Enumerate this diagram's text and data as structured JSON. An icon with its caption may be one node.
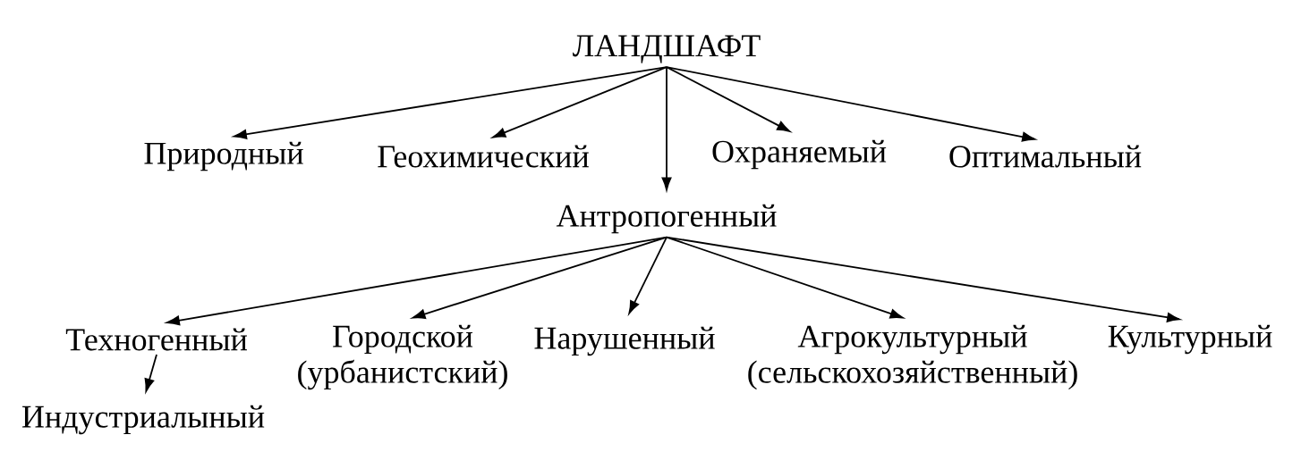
{
  "diagram": {
    "nodes": [
      {
        "text": [
          "ЛАНДШАФТ"
        ]
      },
      {
        "text": [
          "Природный"
        ]
      },
      {
        "text": [
          "Геохимический"
        ]
      },
      {
        "text": [
          "Охраняемый"
        ]
      },
      {
        "text": [
          "Оптимальный"
        ]
      },
      {
        "text": [
          "Антропогенный"
        ]
      },
      {
        "text": [
          "Техногенный"
        ]
      },
      {
        "text": [
          "Городской (урбанистский)"
        ]
      },
      {
        "text": [
          "Нарушенный"
        ]
      },
      {
        "text": [
          "Агрокультурный (сельскохозяйственный)"
        ]
      },
      {
        "text": [
          "Культурный"
        ]
      },
      {
        "text": [
          "Индустриалыный"
        ]
      }
    ],
    "edges": [
      {
        "from": 0,
        "to": 1,
        "arrow": "to"
      },
      {
        "from": 0,
        "to": 2,
        "arrow": "to"
      },
      {
        "from": 0,
        "to": 5,
        "arrow": "to"
      },
      {
        "from": 0,
        "to": 3,
        "arrow": "to"
      },
      {
        "from": 0,
        "to": 4,
        "arrow": "to"
      },
      {
        "from": 5,
        "to": 6,
        "arrow": "to"
      },
      {
        "from": 5,
        "to": 7,
        "arrow": "to"
      },
      {
        "from": 5,
        "to": 8,
        "arrow": "to"
      },
      {
        "from": 5,
        "to": 9,
        "arrow": "to"
      },
      {
        "from": 5,
        "to": 10,
        "arrow": "to"
      },
      {
        "from": 6,
        "to": 11,
        "arrow": "to"
      }
    ]
  }
}
